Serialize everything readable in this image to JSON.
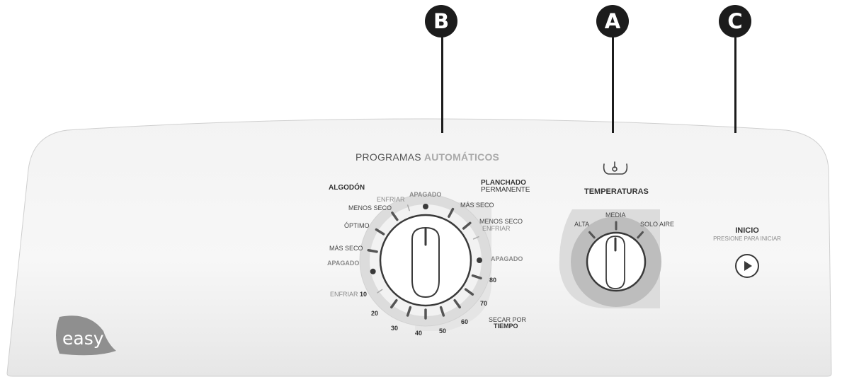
{
  "callouts": {
    "b": "B",
    "a": "A",
    "c": "C"
  },
  "programs": {
    "title_main": "PROGRAMAS",
    "title_accent": "AUTOMÁTICOS",
    "algodon": "ALGODÓN",
    "planchado": "PLANCHADO",
    "permanente": "PERMANENTE",
    "enfriar_top": "ENFRIAR",
    "apagado_top": "APAGADO",
    "menos_seco_left": "MENOS SECO",
    "mas_seco_right": "MÁS SECO",
    "optimo": "ÓPTIMO",
    "menos_seco_right": "MENOS SECO",
    "enfriar_right": "ENFRIAR",
    "mas_seco_left": "MÁS SECO",
    "apagado_left": "APAGADO",
    "apagado_right": "APAGADO",
    "enfriar_10_label": "ENFRIAR",
    "time_10": "10",
    "time_20": "20",
    "time_30": "30",
    "time_40": "40",
    "time_50": "50",
    "time_60": "60",
    "time_70": "70",
    "time_80": "80",
    "secar_por": "SECAR POR",
    "tiempo": "TIEMPO"
  },
  "temperature": {
    "title": "TEMPERATURAS",
    "icon": "temperature-icon",
    "alta": "ALTA",
    "media": "MEDIA",
    "solo_aire": "SOLO AIRE"
  },
  "start": {
    "title": "INICIO",
    "subtitle": "PRESIONE PARA INICIAR",
    "icon": "play-icon"
  },
  "brand": {
    "logo_text": "easy",
    "logo_color": "#8f8f8f"
  }
}
